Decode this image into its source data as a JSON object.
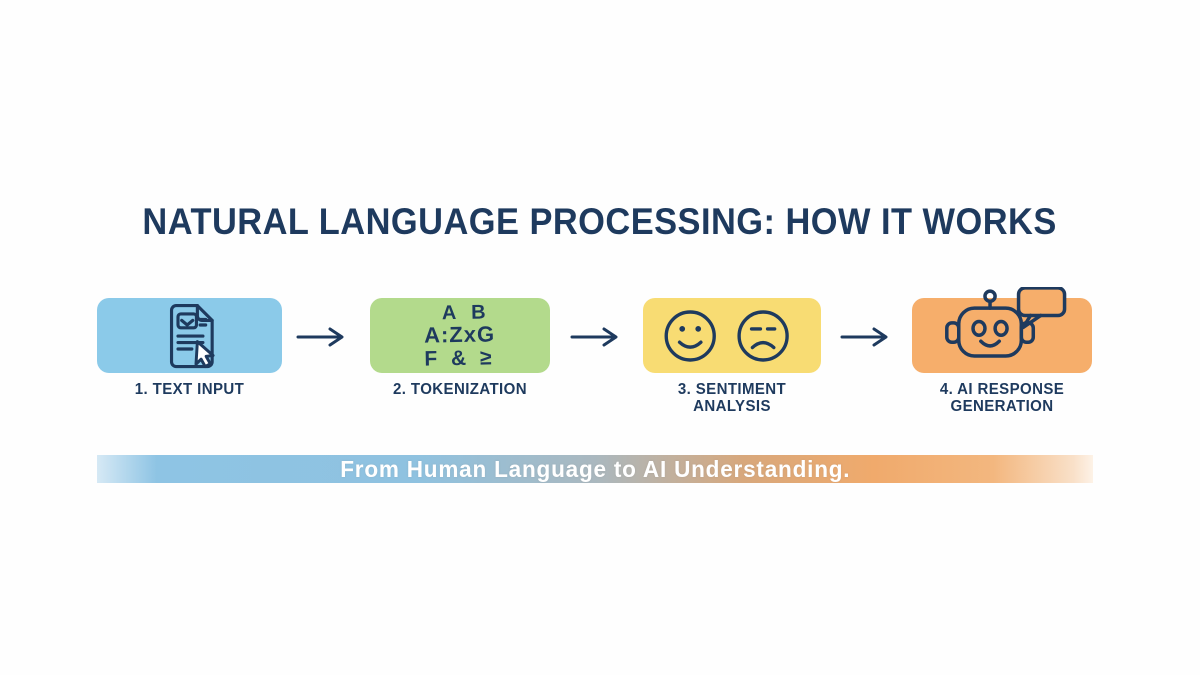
{
  "title": "NATURAL LANGUAGE PROCESSING: HOW IT WORKS",
  "steps": [
    {
      "label": "1. TEXT INPUT",
      "color": "#8BCAE9",
      "icon": "document-cursor-icon"
    },
    {
      "label": "2. TOKENIZATION",
      "color": "#B3DA8C",
      "icon": "scattered-letters-icon",
      "letters": [
        "A B",
        "A:ZxG",
        "F & ≥"
      ]
    },
    {
      "label": "3. SENTIMENT\nANALYSIS",
      "color": "#F8DC73",
      "icon": "happy-sad-faces-icon"
    },
    {
      "label": "4. AI RESPONSE\nGENERATION",
      "color": "#F6AE6B",
      "icon": "robot-speech-bubble-icon"
    }
  ],
  "banner": {
    "text": "From Human Language to AI Understanding.",
    "left_color": "#8EC4E4",
    "mid_color": "#AAB8BF",
    "right_color": "#F0AA6C",
    "text_color": "#FFFFFF"
  },
  "colors": {
    "title_text": "#1E3A5E",
    "label_text": "#1E3A5E",
    "icon_stroke": "#1E3A5E",
    "background": "#FEFEFE"
  }
}
